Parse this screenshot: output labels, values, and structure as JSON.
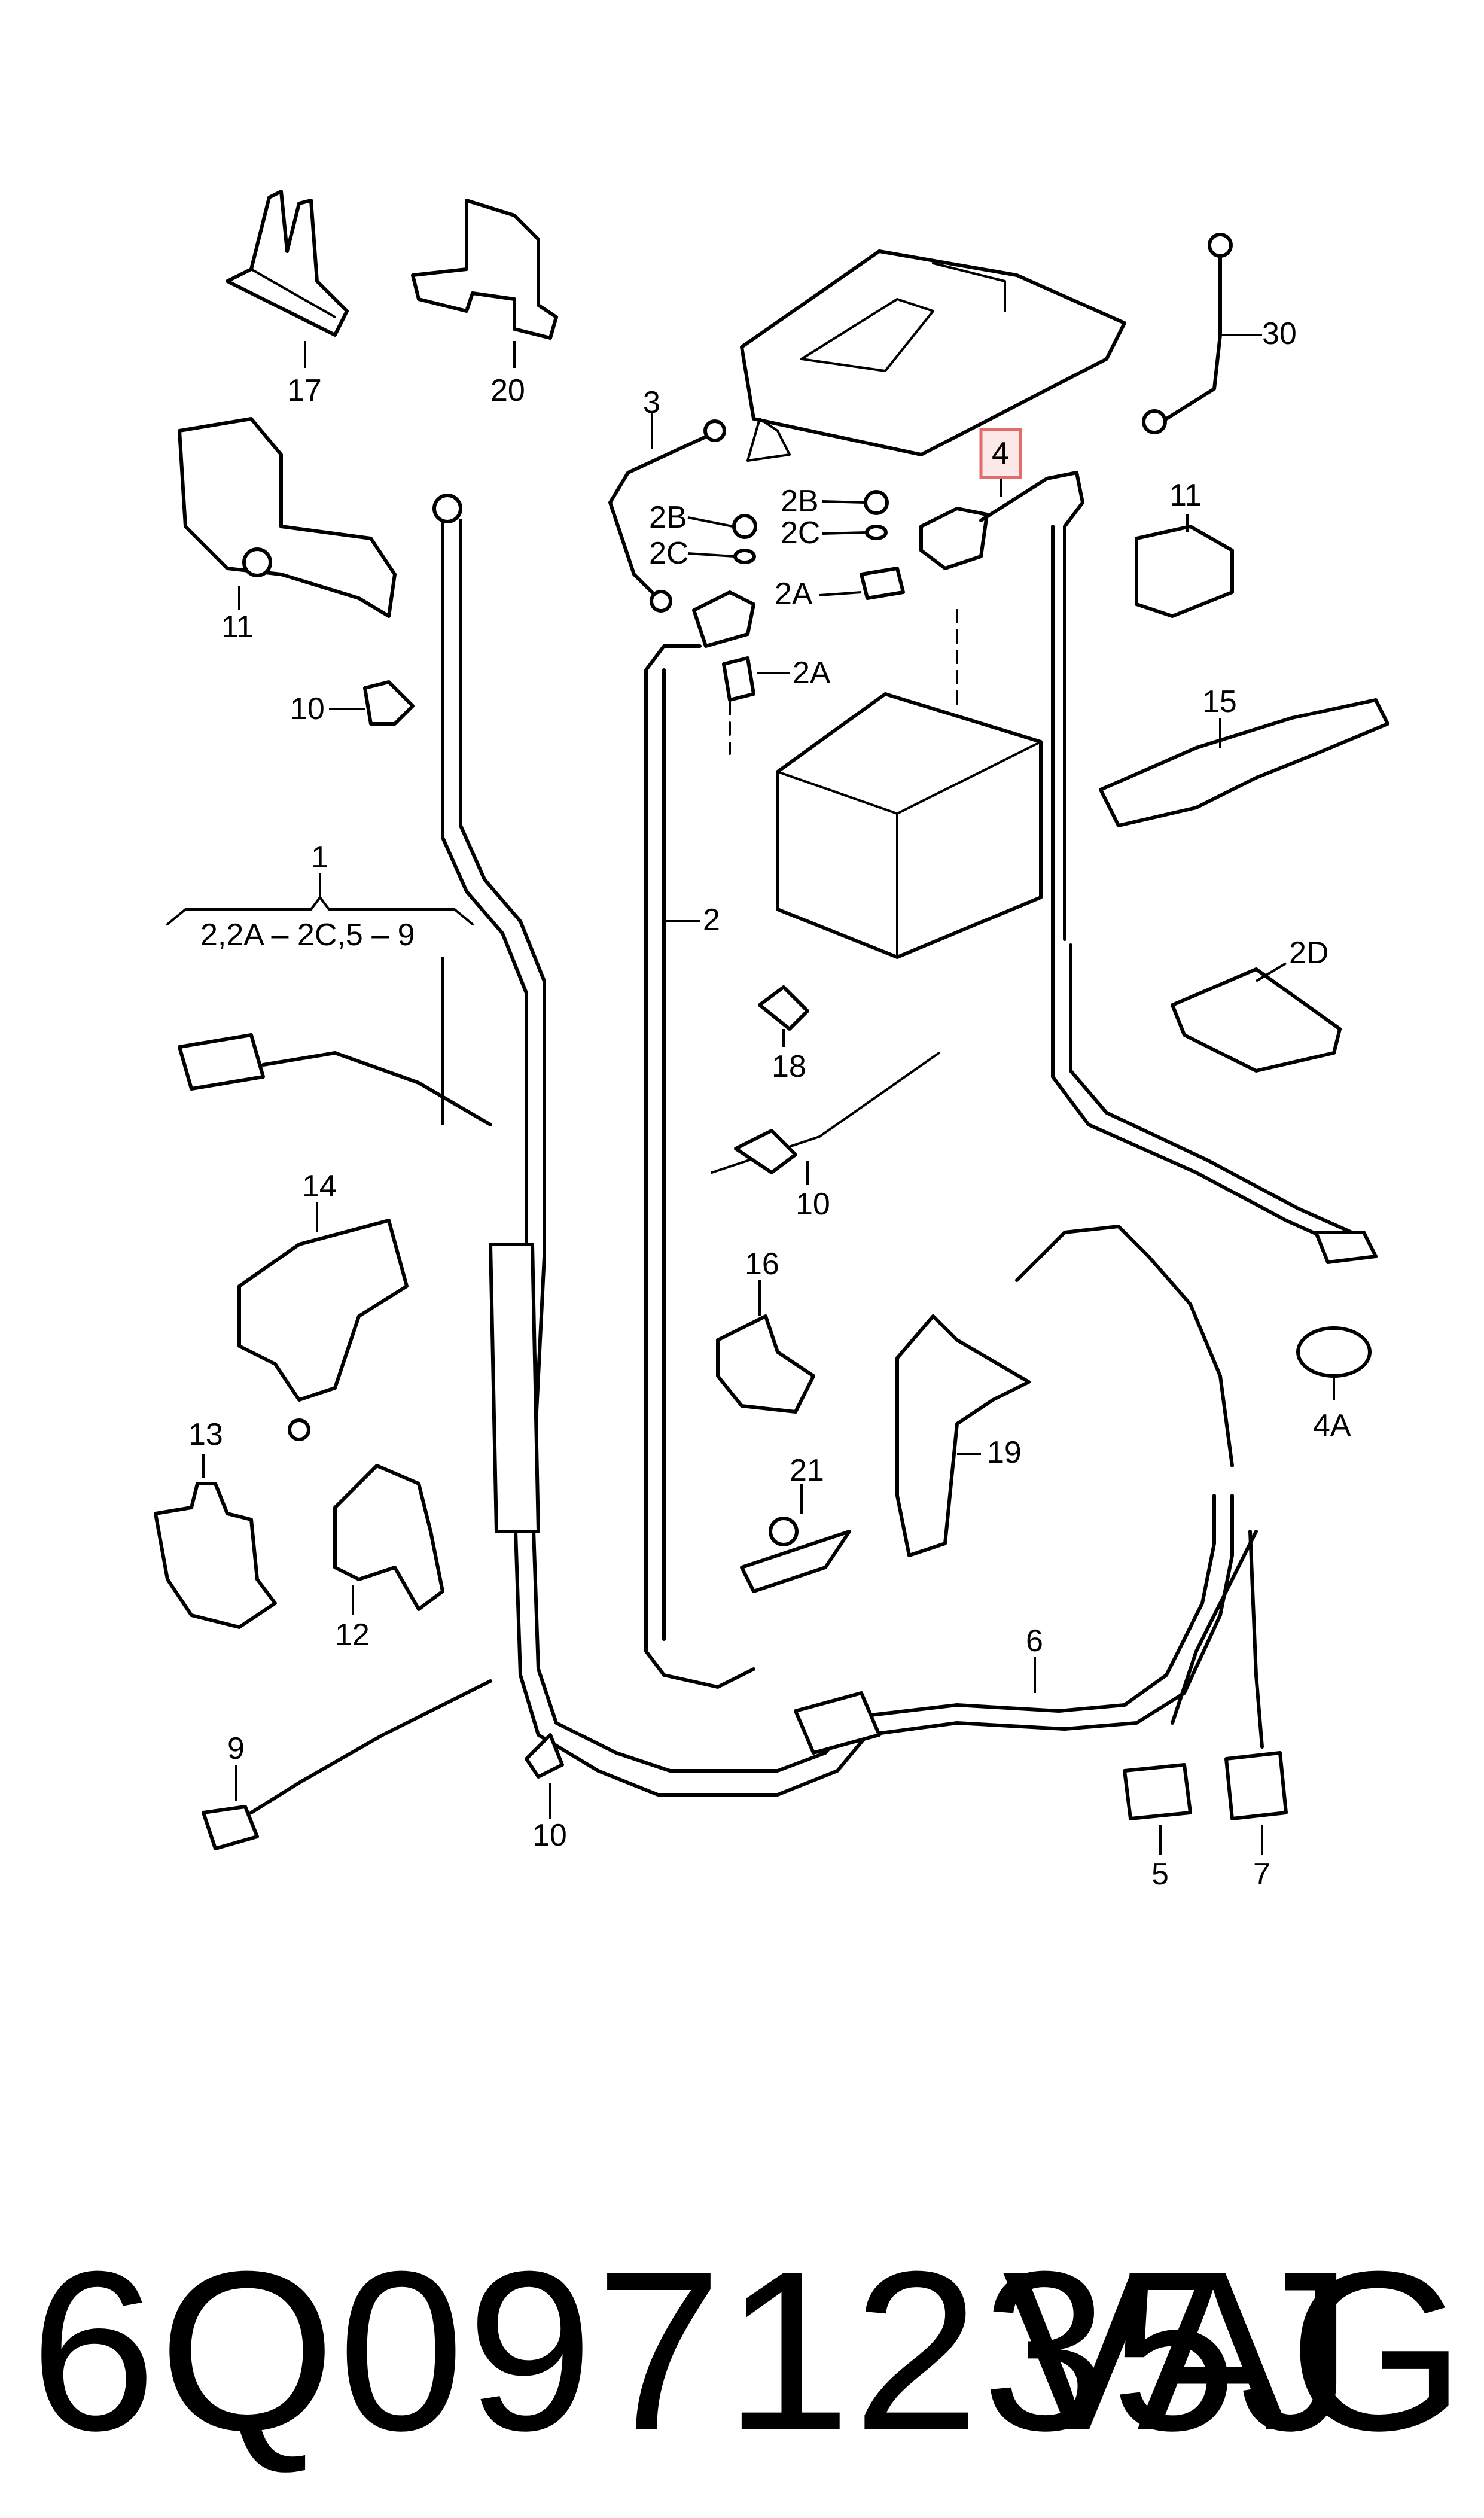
{
  "diagram": {
    "callouts": [
      {
        "id": "c17",
        "label": "17"
      },
      {
        "id": "c20",
        "label": "20"
      },
      {
        "id": "c30",
        "label": "30"
      },
      {
        "id": "c3",
        "label": "3"
      },
      {
        "id": "c4",
        "label": "4",
        "highlighted": true
      },
      {
        "id": "c11a",
        "label": "11"
      },
      {
        "id": "c11b",
        "label": "11"
      },
      {
        "id": "c2B_l",
        "label": "2B"
      },
      {
        "id": "c2C_l",
        "label": "2C"
      },
      {
        "id": "c2B_r",
        "label": "2B"
      },
      {
        "id": "c2C_r",
        "label": "2C"
      },
      {
        "id": "c2A_r",
        "label": "2A"
      },
      {
        "id": "c2A_m",
        "label": "2A"
      },
      {
        "id": "c10a",
        "label": "10"
      },
      {
        "id": "c15",
        "label": "15"
      },
      {
        "id": "c1",
        "label": "1"
      },
      {
        "id": "c1_range",
        "label": "2,2A – 2C,5 – 9"
      },
      {
        "id": "c2",
        "label": "2"
      },
      {
        "id": "c2D",
        "label": "2D"
      },
      {
        "id": "c18",
        "label": "18"
      },
      {
        "id": "c10b",
        "label": "10"
      },
      {
        "id": "c14",
        "label": "14"
      },
      {
        "id": "c16",
        "label": "16"
      },
      {
        "id": "c4A",
        "label": "4A"
      },
      {
        "id": "c13",
        "label": "13"
      },
      {
        "id": "c19",
        "label": "19"
      },
      {
        "id": "c21",
        "label": "21"
      },
      {
        "id": "c12",
        "label": "12"
      },
      {
        "id": "c6",
        "label": "6"
      },
      {
        "id": "c9",
        "label": "9"
      },
      {
        "id": "c10c",
        "label": "10"
      },
      {
        "id": "c5",
        "label": "5"
      },
      {
        "id": "c7",
        "label": "7"
      }
    ],
    "highlight_color": "#e06c6c"
  },
  "footer": {
    "part_number": "6Q0971235J",
    "brand": "VAG"
  }
}
